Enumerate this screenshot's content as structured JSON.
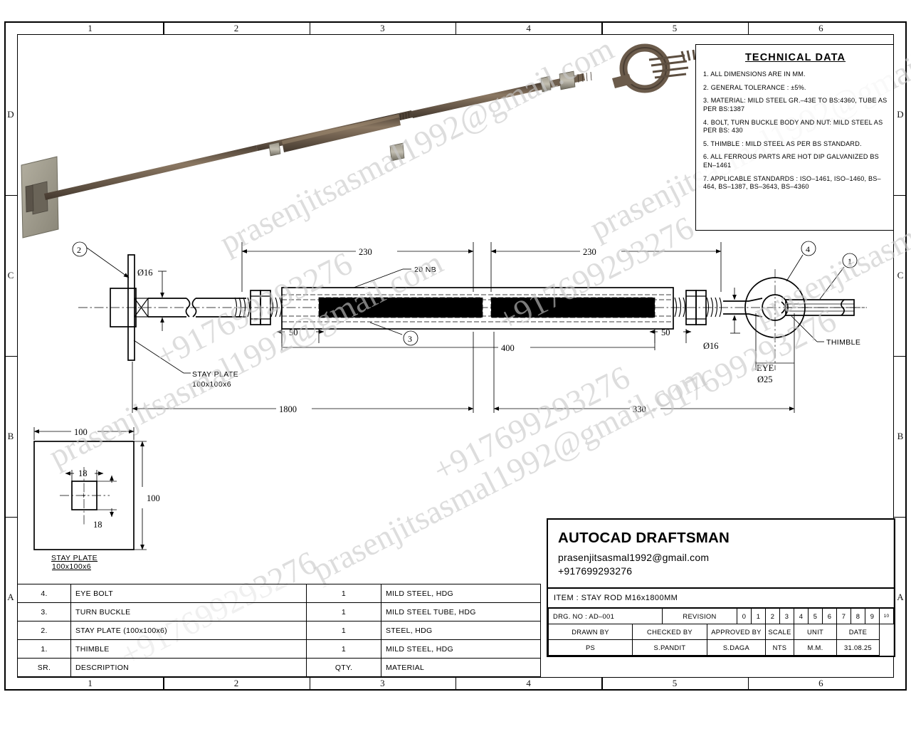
{
  "sheet": {
    "zones_top": [
      "1",
      "2",
      "3",
      "4",
      "5",
      "6"
    ],
    "zones_bottom": [
      "1",
      "2",
      "3",
      "4",
      "5",
      "6"
    ],
    "zones_left": [
      "D",
      "C",
      "B",
      "A"
    ],
    "zones_right": [
      "D",
      "C",
      "B",
      "A"
    ]
  },
  "watermark": {
    "email": "prasenjitsasmal1992@gmail.com",
    "phone": "+917699293276"
  },
  "technical_data": {
    "title": "TECHNICAL DATA",
    "items": [
      "1. ALL DIMENSIONS ARE IN MM.",
      "2. GENERAL TOLERANCE : ±5%.",
      "3. MATERIAL: MILD STEEL GR.–43E TO BS:4360, TUBE AS PER BS:1387",
      "4. BOLT, TURN BUCKLE BODY AND NUT: MILD STEEL AS PER BS: 430",
      "5. THIMBLE : MILD STEEL AS PER BS STANDARD.",
      "6. ALL FERROUS PARTS ARE HOT DIP GALVANIZED BS EN–1461",
      "7. APPLICABLE STANDARDS : ISO–1461, ISO–1460, BS–464, BS–1387, BS–3643, BS–4360"
    ]
  },
  "assembly_view": {
    "dimensions": {
      "dia_rod_left": "Ø16",
      "dia_rod_right": "Ø16",
      "len_left_230": "230",
      "len_right_230": "230",
      "len_left_50": "50",
      "len_right_50": "50",
      "len_400": "400",
      "len_1800": "1800",
      "len_330": "330",
      "eye_label": "EYE",
      "eye_dia": "Ø25"
    },
    "labels": {
      "tube_size": "20 NB",
      "stay_plate": "STAY PLATE",
      "stay_plate_size": "100x100x6",
      "thimble": "THIMBLE"
    },
    "balloons": [
      "1",
      "2",
      "3",
      "4"
    ]
  },
  "stay_plate_detail": {
    "width": "100",
    "height": "100",
    "hole_w": "18",
    "hole_h": "18",
    "title": "STAY PLATE",
    "subtitle": "100x100x6"
  },
  "bom": {
    "rows": [
      {
        "sr": "4.",
        "description": "EYE BOLT",
        "qty": "1",
        "material": "MILD STEEL, HDG"
      },
      {
        "sr": "3.",
        "description": "TURN BUCKLE",
        "qty": "1",
        "material": "MILD STEEL TUBE, HDG"
      },
      {
        "sr": "2.",
        "description": "STAY PLATE (100x100x6)",
        "qty": "1",
        "material": "STEEL, HDG"
      },
      {
        "sr": "1.",
        "description": "THIMBLE",
        "qty": "1",
        "material": "MILD STEEL, HDG"
      }
    ],
    "header": {
      "sr": "SR.",
      "description": "DESCRIPTION",
      "qty": "QTY.",
      "material": "MATERIAL"
    }
  },
  "title_block": {
    "brand": "AUTOCAD DRAFTSMAN",
    "email": "prasenjitsasmal1992@gmail.com",
    "phone": "+917699293276",
    "item": "ITEM :  STAY ROD M16x1800MM",
    "drg_no_label": "DRG. NO   :   AD–001",
    "revision_label": "REVISION",
    "revisions": [
      "0",
      "1",
      "2",
      "3",
      "4",
      "5",
      "6",
      "7",
      "8",
      "9",
      "10"
    ],
    "fields": {
      "drawn_by_label": "DRAWN BY",
      "checked_by_label": "CHECKED BY",
      "approved_by_label": "APPROVED BY",
      "scale_label": "SCALE",
      "unit_label": "UNIT",
      "date_label": "DATE",
      "drawn_by": "PS",
      "checked_by": "S.PANDIT",
      "approved_by": "S.DAGA",
      "scale": "NTS",
      "unit": "M.M.",
      "date": "31.08.25"
    }
  },
  "colors": {
    "rod": "#6b5b4b",
    "plate": "#9a9688",
    "line": "#000000"
  }
}
